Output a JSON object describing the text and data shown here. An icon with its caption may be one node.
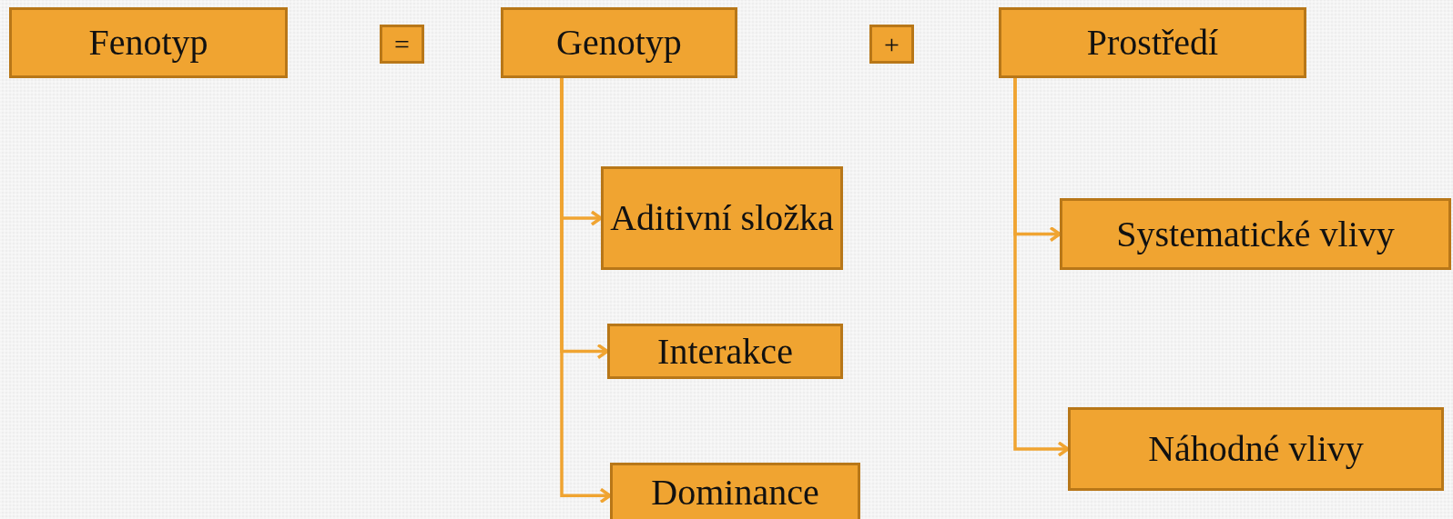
{
  "diagram": {
    "nodes": [
      {
        "text": [
          "Fenotyp"
        ]
      },
      {
        "text": [
          "="
        ]
      },
      {
        "text": [
          "Genotyp"
        ]
      },
      {
        "text": [
          "+"
        ]
      },
      {
        "text": [
          "Prostředí"
        ]
      },
      {
        "text": [
          "Aditivní složka"
        ]
      },
      {
        "text": [
          "Interakce"
        ]
      },
      {
        "text": [
          "Dominance"
        ]
      },
      {
        "text": [
          "Systematické vlivy"
        ]
      },
      {
        "text": [
          "Náhodné vlivy"
        ]
      }
    ],
    "edges": [
      {
        "from": 2,
        "to": 5,
        "arrow": "to"
      },
      {
        "from": 2,
        "to": 6,
        "arrow": "to"
      },
      {
        "from": 2,
        "to": 7,
        "arrow": "to"
      },
      {
        "from": 4,
        "to": 8,
        "arrow": "to"
      },
      {
        "from": 4,
        "to": 9,
        "arrow": "to"
      }
    ]
  }
}
